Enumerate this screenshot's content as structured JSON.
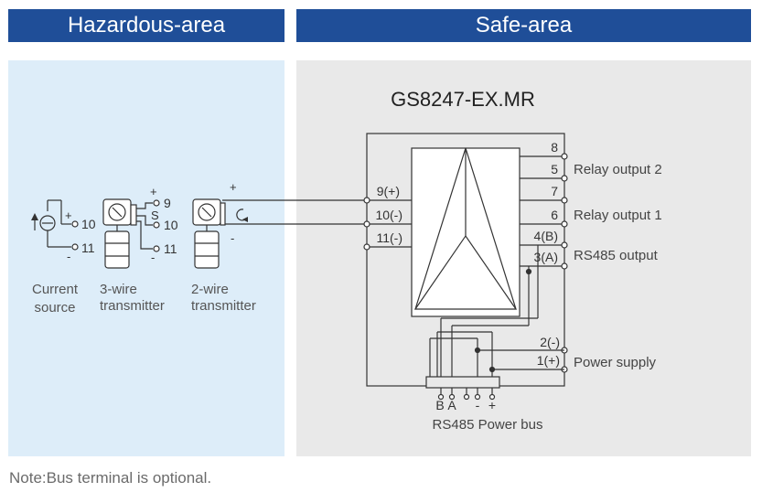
{
  "header": {
    "hazardous": "Hazardous-area",
    "safe": "Safe-area"
  },
  "module": {
    "model": "GS8247-EX.MR"
  },
  "terminals": {
    "t8": "8",
    "t5": "5",
    "t7": "7",
    "t6": "6",
    "t4": "4(B)",
    "t3": "3(A)",
    "t2": "2(-)",
    "t1": "1(+)",
    "t9": "9(+)",
    "t10": "10(-)",
    "t11": "11(-)"
  },
  "outputs": {
    "relay2": "Relay output 2",
    "relay1": "Relay output 1",
    "rs485": "RS485 output",
    "power": "Power supply"
  },
  "bus": {
    "pins": [
      "B",
      "A",
      "-",
      "+"
    ],
    "label": "RS485 Power bus"
  },
  "field": {
    "current_source": {
      "line1": "Current",
      "line2": "source",
      "plus": "+",
      "minus": "-",
      "pin10": "10",
      "pin11": "11"
    },
    "three_wire": {
      "line1": "3-wire",
      "line2": "transmitter",
      "plus": "+",
      "s": "S",
      "minus": "-",
      "pin9": "9",
      "pin10": "10",
      "pin11": "11"
    },
    "two_wire": {
      "line1": "2-wire",
      "line2": "transmitter",
      "plus": "+",
      "minus": "-"
    }
  },
  "note": "Note:Bus terminal is optional.",
  "colors": {
    "header": "#1f4e98",
    "hazard_panel": "#ddedf9",
    "safe_panel": "#e9e9e9",
    "line": "#333333"
  }
}
